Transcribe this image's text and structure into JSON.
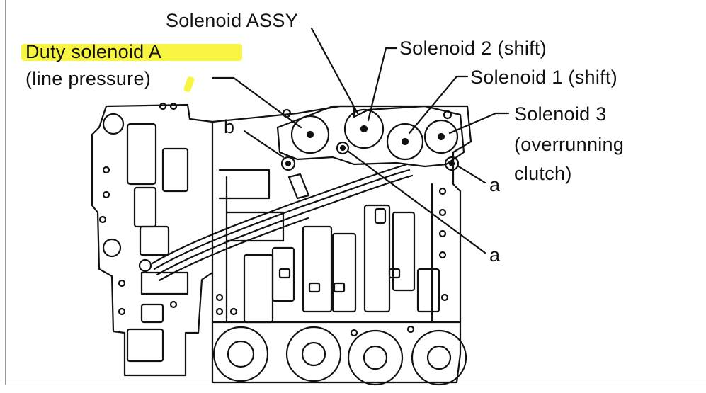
{
  "labels": {
    "solenoid_assy": "Solenoid ASSY",
    "duty_solenoid_a_line1": "Duty solenoid A",
    "duty_solenoid_a_line2": "(line pressure)",
    "solenoid_2": "Solenoid 2 (shift)",
    "solenoid_1": "Solenoid 1 (shift)",
    "solenoid_3_line1": "Solenoid 3",
    "solenoid_3_line2": "(overrunning",
    "solenoid_3_line3": "clutch)",
    "b": "b",
    "a_upper": "a",
    "a_lower": "a"
  },
  "colors": {
    "highlight": "#f6f320",
    "ink": "#111111"
  }
}
